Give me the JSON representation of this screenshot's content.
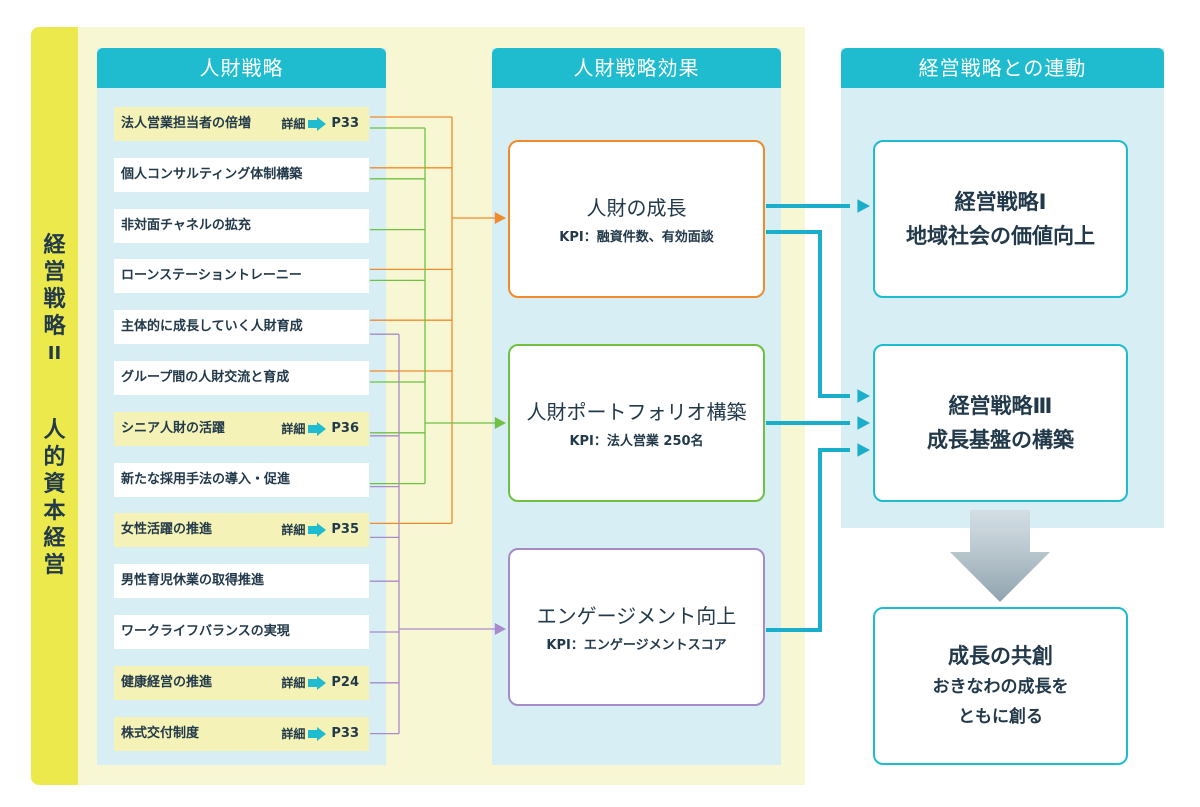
{
  "side_label": {
    "part1": [
      "経",
      "営",
      "戦",
      "略",
      "II"
    ],
    "part2": [
      "人",
      "的",
      "資",
      "本",
      "経",
      "営"
    ]
  },
  "columns": {
    "strategy": {
      "header": "人財戦略"
    },
    "effects": {
      "header": "人財戦略効果"
    },
    "linkage": {
      "header": "経営戦略との連動"
    }
  },
  "strategy_items": [
    {
      "label": "法人営業担当者の倍増",
      "highlight": true,
      "detail_label": "詳細",
      "page": "P33"
    },
    {
      "label": "個人コンサルティング体制構築",
      "highlight": false
    },
    {
      "label": "非対面チャネルの拡充",
      "highlight": false
    },
    {
      "label": "ローンステーショントレーニー",
      "highlight": false
    },
    {
      "label": "主体的に成長していく人財育成",
      "highlight": false
    },
    {
      "label": "グループ間の人財交流と育成",
      "highlight": false
    },
    {
      "label": "シニア人財の活躍",
      "highlight": true,
      "detail_label": "詳細",
      "page": "P36"
    },
    {
      "label": "新たな採用手法の導入・促進",
      "highlight": false
    },
    {
      "label": "女性活躍の推進",
      "highlight": true,
      "detail_label": "詳細",
      "page": "P35"
    },
    {
      "label": "男性育児休業の取得推進",
      "highlight": false
    },
    {
      "label": "ワークライフバランスの実現",
      "highlight": false
    },
    {
      "label": "健康経営の推進",
      "highlight": true,
      "detail_label": "詳細",
      "page": "P24"
    },
    {
      "label": "株式交付制度",
      "highlight": true,
      "detail_label": "詳細",
      "page": "P33"
    }
  ],
  "effects": [
    {
      "title": "人財の成長",
      "kpi": "KPI：融資件数、有効面談",
      "color": "#f08a2c"
    },
    {
      "title": "人財ポートフォリオ構築",
      "kpi": "KPI：法人営業 250名",
      "color": "#72c043"
    },
    {
      "title": "エンゲージメント向上",
      "kpi": "KPI：エンゲージメントスコア",
      "color": "#a78bc9"
    }
  ],
  "strategies": [
    {
      "line1": "経営戦略Ⅰ",
      "line2": "地域社会の価値向上"
    },
    {
      "line1": "経営戦略Ⅲ",
      "line2": "成長基盤の構築"
    }
  ],
  "final": {
    "line1": "成長の共創",
    "line2": "おきなわの成長を",
    "line3": "ともに創る"
  },
  "connections": {
    "orange_from_items": [
      0,
      1,
      3,
      4,
      5,
      8
    ],
    "green_from_items": [
      0,
      1,
      2,
      3,
      5,
      6,
      7
    ],
    "purple_from_items": [
      4,
      6,
      7,
      8,
      9,
      10,
      11,
      12
    ],
    "effect_to_strategy": [
      [
        0,
        0
      ],
      [
        0,
        1
      ],
      [
        1,
        1
      ],
      [
        2,
        1
      ]
    ]
  },
  "colors": {
    "header": "#1fbcd0",
    "orange": "#f08a2c",
    "green": "#72c043",
    "purple": "#a78bc9",
    "teal": "#1aaecb"
  }
}
